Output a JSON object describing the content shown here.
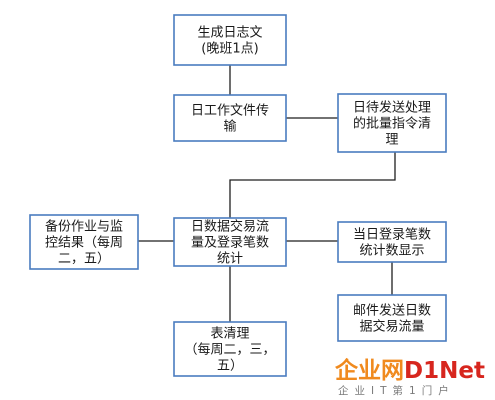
{
  "nodes": {
    "generate_log": {
      "lines": [
        "生成日志文",
        "(晚班1点)"
      ]
    },
    "log_transfer": {
      "lines": [
        "日工作文件传",
        "输"
      ]
    },
    "batch_cleanup": {
      "lines": [
        "日待发送处理",
        "的批量指令清",
        "理"
      ]
    },
    "daily_stats": {
      "lines": [
        "日数据交易流",
        "量及登录笔数",
        "统计"
      ]
    },
    "backup_monitor": {
      "lines": [
        "备份作业与监",
        "控结果（每周",
        "二，五）"
      ]
    },
    "login_count_display": {
      "lines": [
        "当日登录笔数",
        "统计数显示"
      ]
    },
    "mail_send_stats": {
      "lines": [
        "邮件发送日数",
        "据交易流量"
      ]
    },
    "table_cleanup": {
      "lines": [
        "表清理",
        "（每周二，三，",
        "五）"
      ]
    }
  },
  "watermark": {
    "brand_left": "企业网",
    "brand_right": "D1Net",
    "tagline": "企业IT第1门户",
    "colors": {
      "orange": "#f08a1e",
      "red": "#d7261e"
    }
  },
  "colors": {
    "node_border": "#4a7cc0",
    "edge": "#1f1f1f"
  }
}
